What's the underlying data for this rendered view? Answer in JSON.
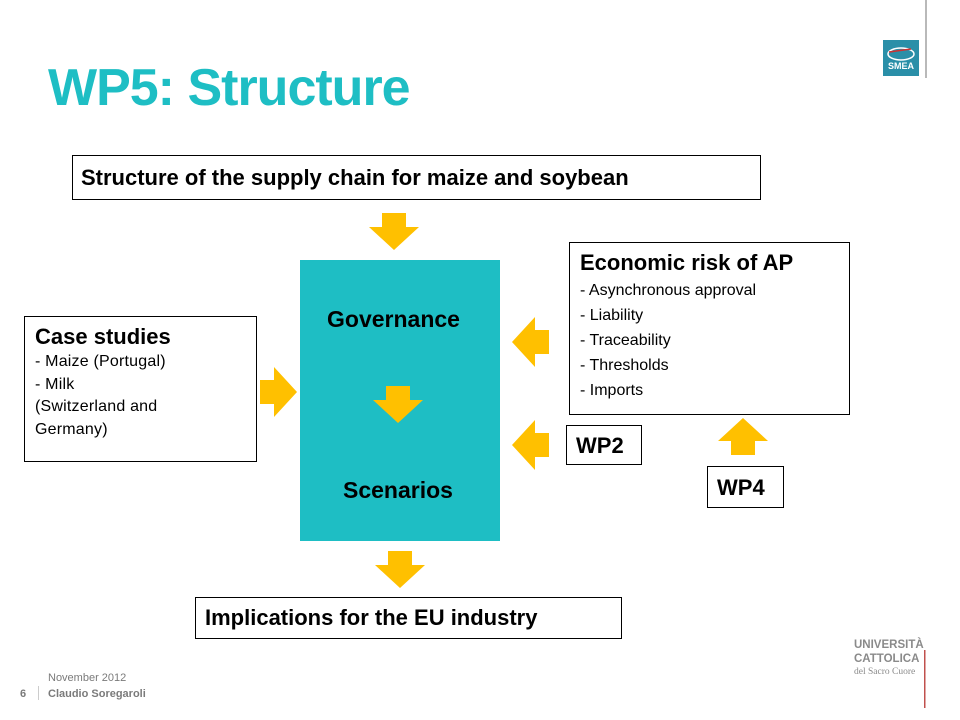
{
  "slide": {
    "title": "WP5: Structure",
    "footer": {
      "date": "November 2012",
      "page_number": "6",
      "author": "Claudio Soregaroli"
    }
  },
  "diagram": {
    "top_box": "Structure of the supply chain for maize and soybean",
    "center": {
      "governance": "Governance",
      "scenarios": "Scenarios"
    },
    "case_studies": {
      "title": "Case studies",
      "items": [
        "- Maize (Portugal)",
        "- Milk",
        "(Switzerland and",
        "Germany)"
      ]
    },
    "economic_risk": {
      "title": "Economic risk of AP",
      "items": [
        "- Asynchronous approval",
        "- Liability",
        "- Traceability",
        "- Thresholds",
        "- Imports"
      ]
    },
    "wp2": "WP2",
    "wp4": "WP4",
    "bottom_box": "Implications for the EU industry"
  },
  "logos": {
    "smea": "SMEA",
    "university_lines": [
      "UNIVERSITÀ",
      "CATTOLICA",
      "del Sacro Cuore"
    ]
  },
  "colors": {
    "teal": "#1ebec4",
    "arrow": "#ffc000",
    "footer_gray": "#7a7a7a"
  }
}
